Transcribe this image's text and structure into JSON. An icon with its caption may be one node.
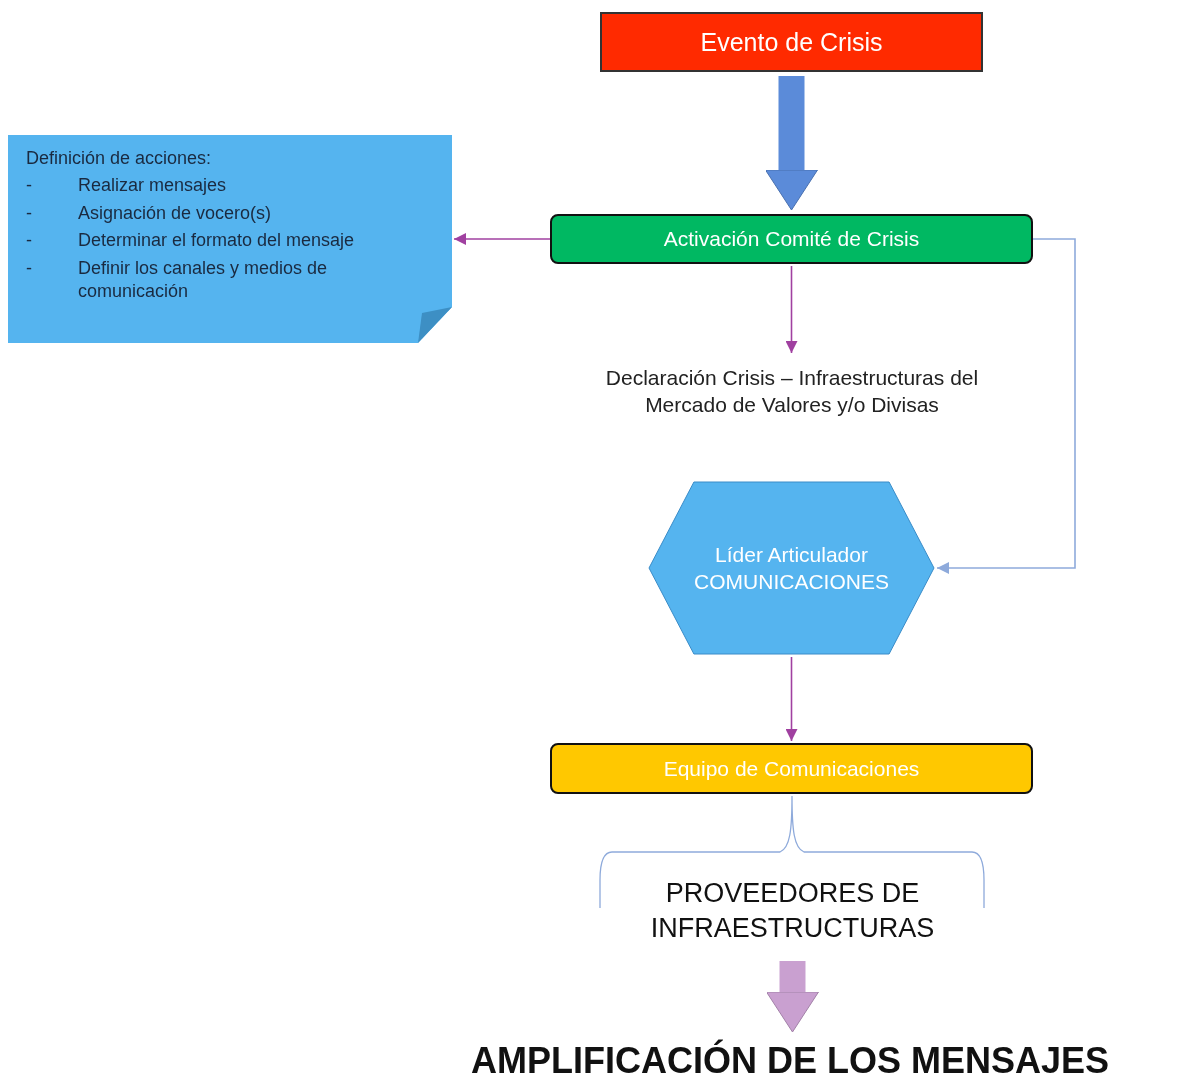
{
  "diagram": {
    "nodes": [
      {
        "text": [
          "Evento de Crisis"
        ]
      },
      {
        "text": [
          "Definición de acciones:",
          "-",
          "Realizar mensajes",
          "-",
          "Asignación de vocero(s)",
          "-",
          "Determinar el formato del mensaje",
          "-",
          "Definir los canales y medios de comunicación"
        ]
      },
      {
        "text": [
          "Activación Comité de Crisis"
        ]
      },
      {
        "text": [
          "Declaración Crisis – Infraestructuras del Mercado de Valores y/o Divisas"
        ]
      },
      {
        "text": [
          "Líder Articulador COMUNICACIONES"
        ]
      },
      {
        "text": [
          "Equipo de Comunicaciones"
        ]
      },
      {
        "text": [
          "PROVEEDORES DE INFRAESTRUCTURAS"
        ]
      },
      {
        "text": [
          "AMPLIFICACIÓN DE LOS MENSAJES"
        ]
      }
    ],
    "edges": [
      {
        "from": 0,
        "to": 2,
        "arrow": "to",
        "style": "thick",
        "color": "#5b8bd9"
      },
      {
        "from": 2,
        "to": 1,
        "arrow": "to"
      },
      {
        "from": 2,
        "to": 3,
        "arrow": "to"
      },
      {
        "from": 2,
        "to": 4,
        "arrow": "to",
        "color": "#8eaadb"
      },
      {
        "from": 4,
        "to": 5,
        "arrow": "to"
      },
      {
        "from": 6,
        "to": 7,
        "arrow": "to",
        "style": "thick",
        "color": "#c9a0d0"
      }
    ]
  }
}
